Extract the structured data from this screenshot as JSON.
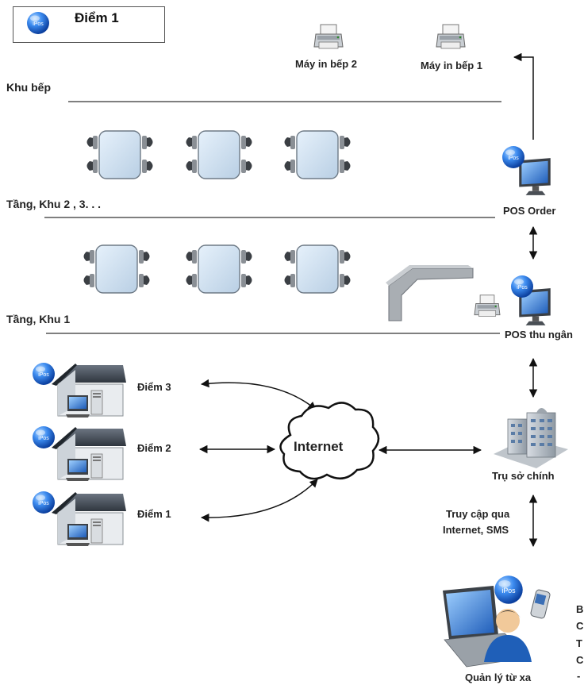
{
  "header": {
    "title": "Điểm 1",
    "badge": "iPos"
  },
  "zones": {
    "kitchen": "Khu bếp",
    "floor_upper": "Tầng, Khu 2 , 3. . .",
    "floor_1": "Tầng, Khu 1"
  },
  "devices": {
    "printer_2": "Máy in bếp 2",
    "printer_1": "Máy in bếp 1",
    "pos_order": "POS Order",
    "pos_cashier": "POS thu ngân",
    "headquarters": "Trụ sở chính",
    "remote_manager": "Quản lý từ xa"
  },
  "network": {
    "internet": "Internet",
    "branch_3": "Điểm 3",
    "branch_2": "Điểm 2",
    "branch_1": "Điểm 1",
    "access_line1": "Truy cập qua",
    "access_line2": "Internet, SMS"
  },
  "side_letters": [
    "B",
    "C",
    "T",
    "C",
    "-"
  ],
  "icon_names": [
    "ipos-badge-icon",
    "printer-icon",
    "dining-table-icon",
    "pos-terminal-icon",
    "cashier-counter-icon",
    "branch-house-icon",
    "cloud-icon",
    "office-building-icon",
    "laptop-user-icon",
    "phone-icon"
  ],
  "colors": {
    "ipos_blue": "#1f6fe0",
    "table_fill": "#cfe0f0",
    "line": "#333333",
    "terminal_blue": "#2b6cc4"
  }
}
